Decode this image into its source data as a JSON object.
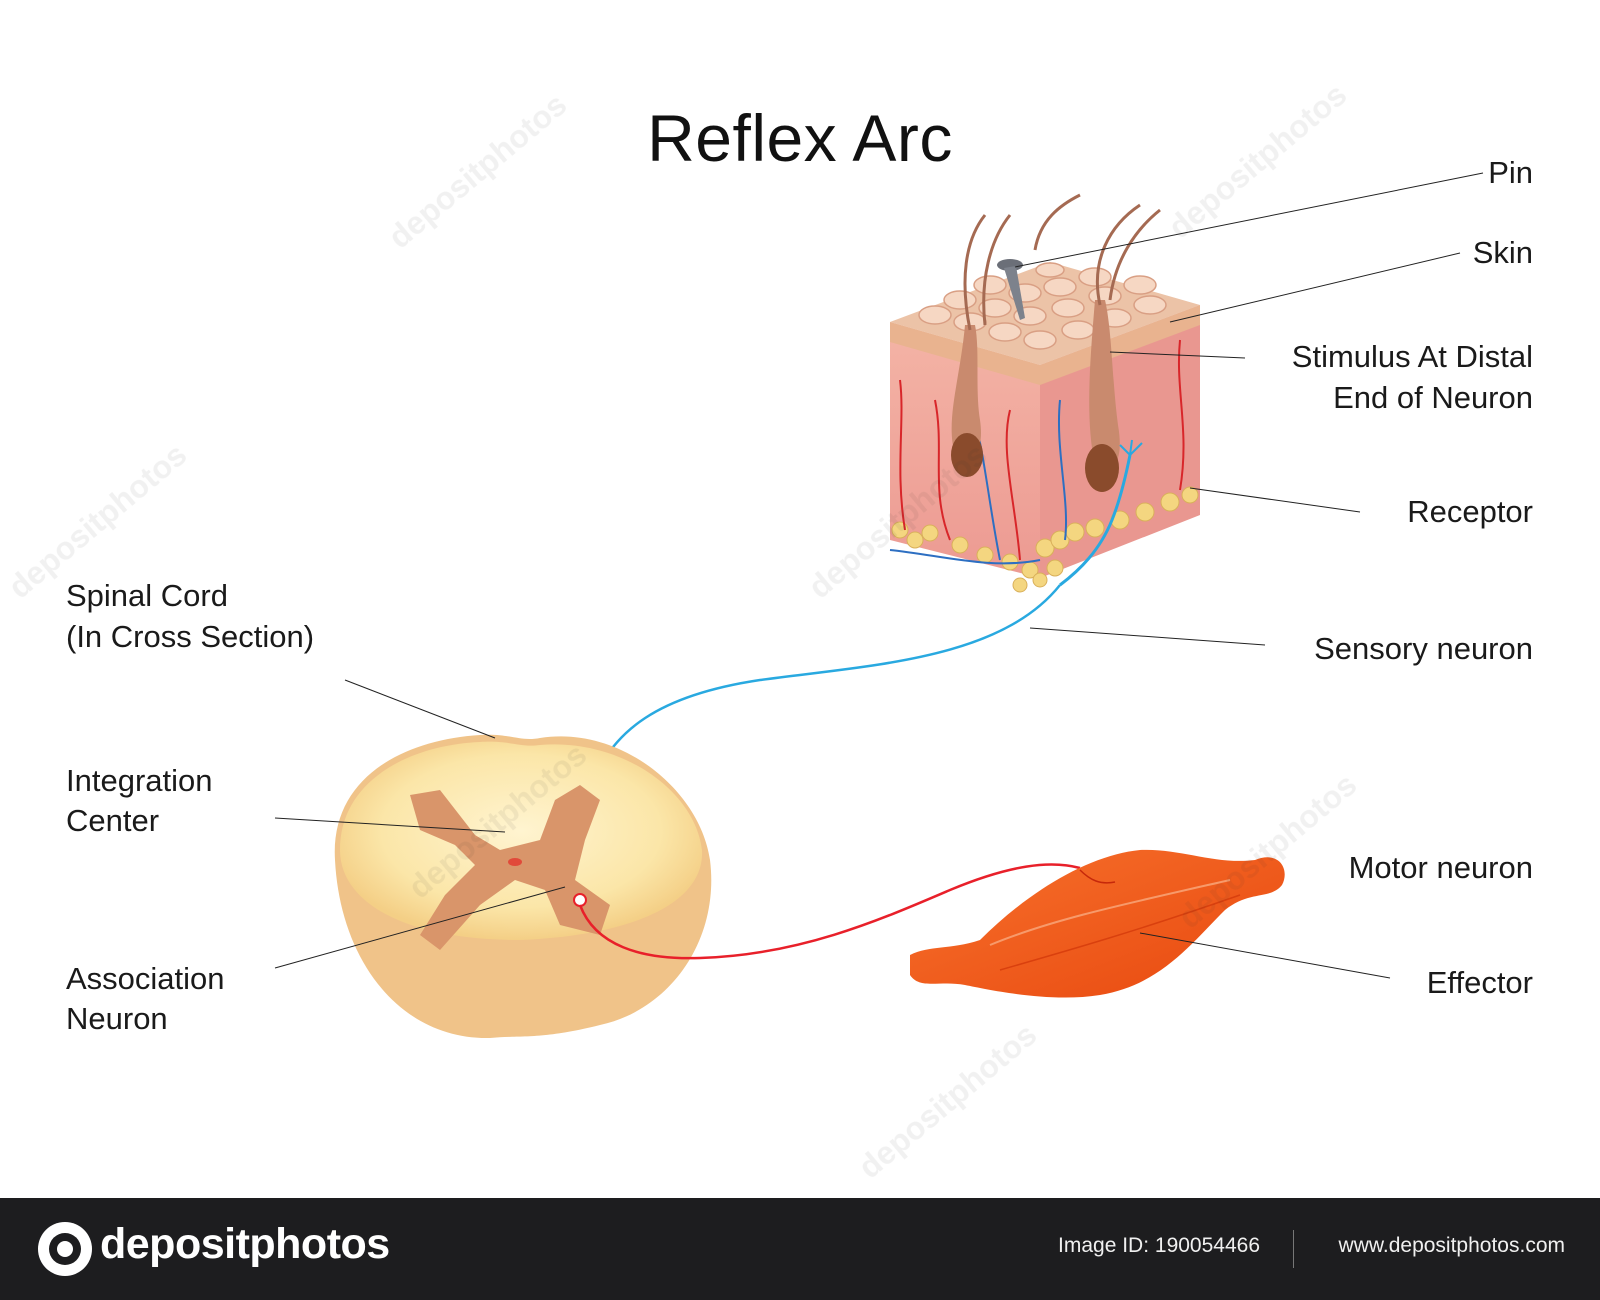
{
  "title": "Reflex Arc",
  "labels": {
    "pin": "Pin",
    "skin": "Skin",
    "stimulus_line1": "Stimulus At Distal",
    "stimulus_line2": "End of Neuron",
    "receptor": "Receptor",
    "sensory_neuron": "Sensory neuron",
    "spinal_cord_line1": "Spinal Cord",
    "spinal_cord_line2": "(In Cross Section)",
    "integration_line1": "Integration",
    "integration_line2": "Center",
    "association_line1": "Association",
    "association_line2": "Neuron",
    "motor_neuron": "Motor neuron",
    "effector": "Effector"
  },
  "footer": {
    "logo_text": "depositphotos",
    "image_id": "Image ID: 190054466",
    "website": "www.depositphotos.com"
  },
  "watermark_text": "depositphotos",
  "colors": {
    "sensory_neuron": "#29a9e0",
    "motor_neuron": "#e8202a",
    "muscle": "#f15a1e",
    "spinal_white_matter": "#fbe7ad",
    "spinal_grey_matter": "#d9956a",
    "skin_surface": "#e8b79e",
    "dermis": "#f0a7a0",
    "fat": "#f2d37a",
    "footer_bg": "#1d1d1f"
  }
}
